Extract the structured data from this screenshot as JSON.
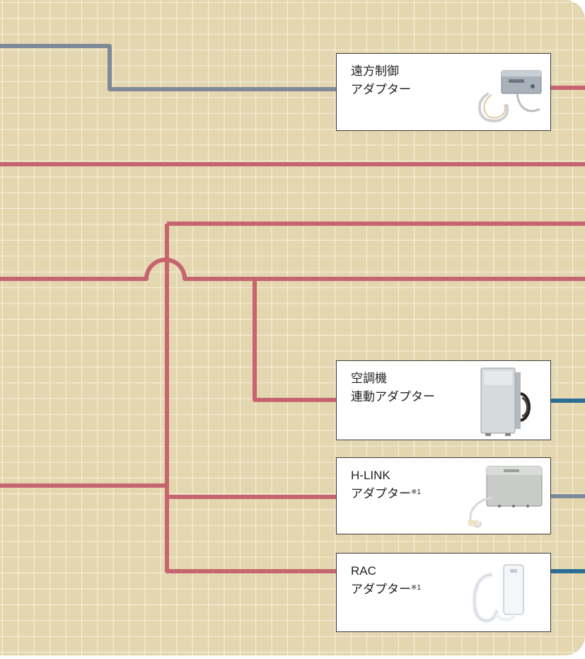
{
  "colors": {
    "board": "#e4d7b0",
    "grid": "#f7f1de",
    "wire_red": "#c66470",
    "wire_gray": "#7f8a99",
    "wire_blue": "#2a6e93",
    "box_border": "#3a3a3a"
  },
  "devices": [
    {
      "id": "remote",
      "line1": "遠方制御",
      "line2": "アダプター",
      "note": "",
      "icon": "remote-control-adapter-icon"
    },
    {
      "id": "aircon",
      "line1": "空調機",
      "line2": "連動アダプター",
      "note": "",
      "icon": "air-conditioner-adapter-icon"
    },
    {
      "id": "hlink",
      "line1": "H-LINK",
      "line2": "アダプター",
      "note": "※1",
      "icon": "h-link-adapter-icon"
    },
    {
      "id": "rac",
      "line1": "RAC",
      "line2": "アダプター",
      "note": "※1",
      "icon": "rac-adapter-icon"
    }
  ]
}
